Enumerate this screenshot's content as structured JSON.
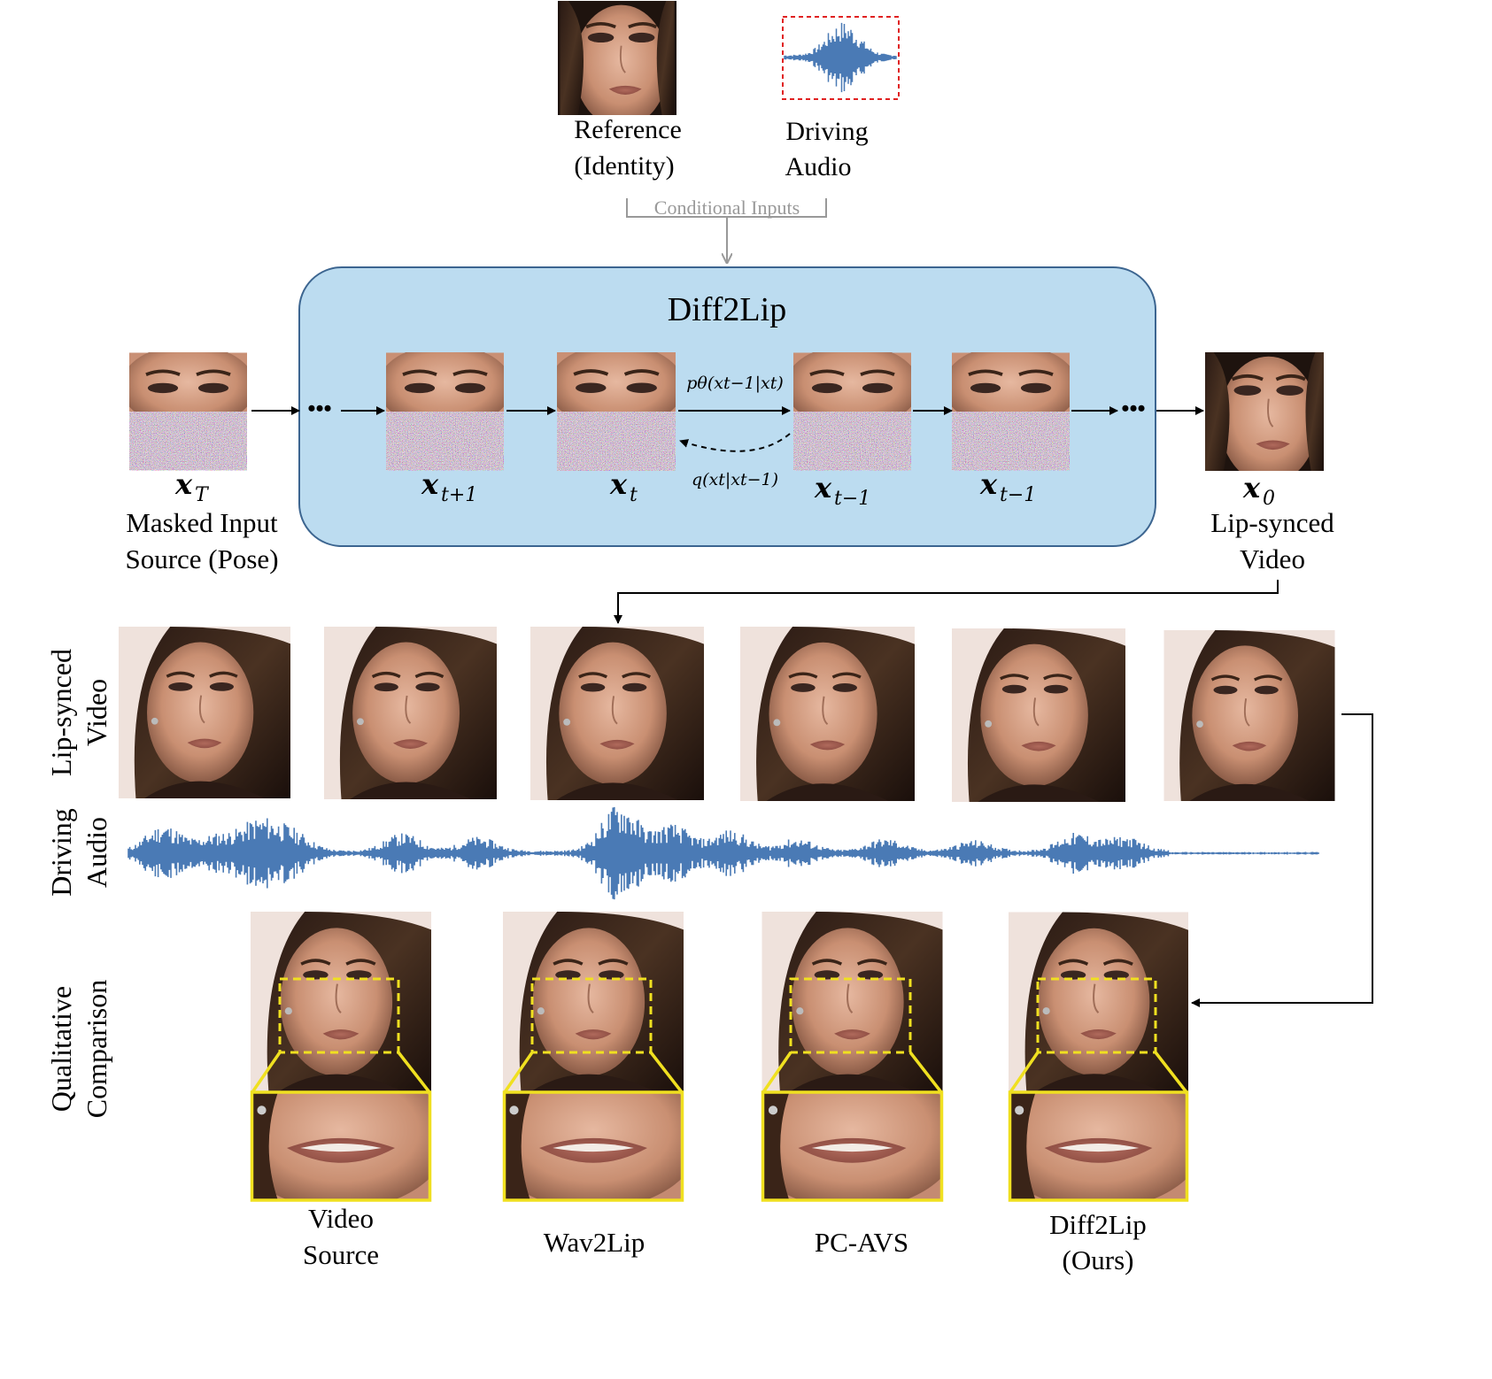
{
  "top": {
    "reference_label": [
      "Reference",
      "(Identity)"
    ],
    "driving_audio_label": [
      "Driving",
      "Audio"
    ],
    "conditional_inputs": "Conditional Inputs"
  },
  "model": {
    "title": "Diff2Lip",
    "forward_label": "pθ(xt−1|xt)",
    "reverse_label": "q(xt|xt−1)",
    "ellipsis": "•••"
  },
  "frames": {
    "xT": {
      "symbol": "x",
      "sub": "T",
      "caption": [
        "Masked Input",
        "Source (Pose)"
      ]
    },
    "xt1": {
      "symbol": "x",
      "sub": "t+1"
    },
    "xt": {
      "symbol": "x",
      "sub": "t"
    },
    "xtm1a": {
      "symbol": "x",
      "sub": "t−1"
    },
    "xtm1b": {
      "symbol": "x",
      "sub": "t−1"
    },
    "x0": {
      "symbol": "x",
      "sub": "0",
      "caption": [
        "Lip-synced",
        "Video"
      ]
    }
  },
  "rows": {
    "lipsynced": [
      "Lip-synced",
      "Video"
    ],
    "audio": [
      "Driving",
      "Audio"
    ],
    "comparison": [
      "Qualitative",
      "Comparison"
    ]
  },
  "methods": [
    {
      "label": [
        "Video",
        "Source"
      ]
    },
    {
      "label": [
        "Wav2Lip"
      ]
    },
    {
      "label": [
        "PC-AVS"
      ]
    },
    {
      "label": [
        "Diff2Lip",
        "(Ours)"
      ]
    }
  ],
  "colors": {
    "box_fill": "#bcdcf0",
    "box_stroke": "#3c6590",
    "waveform": "#4a7ab5",
    "highlight": "#f0e020",
    "audio_dashed_box": "#e02020",
    "muted_text": "#999999"
  },
  "icons": {
    "face": "face-photo",
    "noise": "noise-texture",
    "arrow": "arrow-right"
  }
}
